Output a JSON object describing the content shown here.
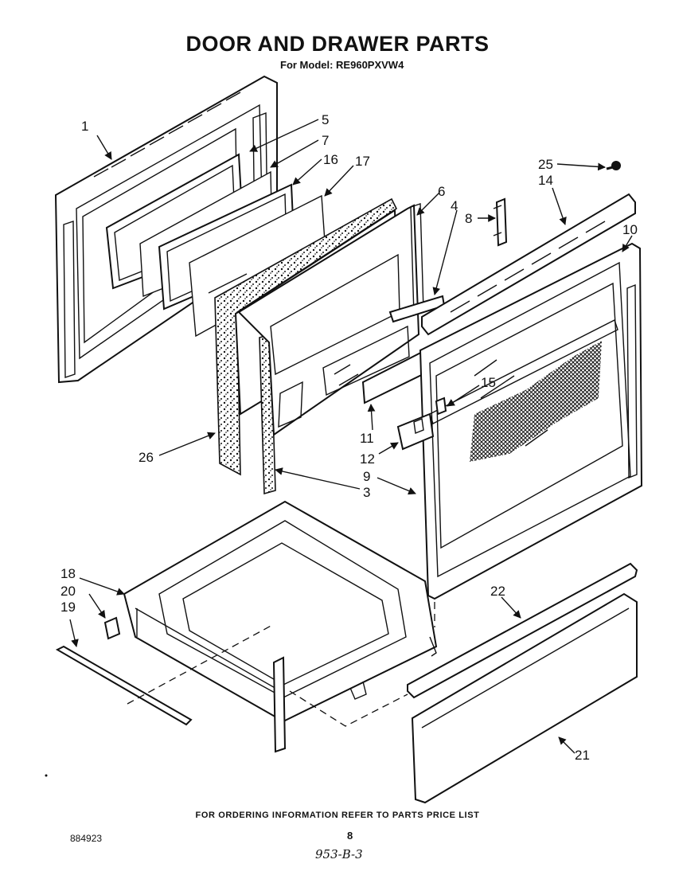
{
  "header": {
    "title": "DOOR AND DRAWER PARTS",
    "subtitle": "For Model: RE960PXVW4"
  },
  "footer": {
    "ordering_note": "FOR ORDERING INFORMATION REFER TO PARTS PRICE LIST",
    "page_number": "8",
    "document_id": "884923",
    "handwritten_code": "953-B-3"
  },
  "callouts": [
    "1",
    "5",
    "7",
    "16",
    "17",
    "6",
    "4",
    "8",
    "25",
    "14",
    "10",
    "15",
    "11",
    "12",
    "26",
    "9",
    "3",
    "18",
    "20",
    "19",
    "22",
    "21"
  ]
}
